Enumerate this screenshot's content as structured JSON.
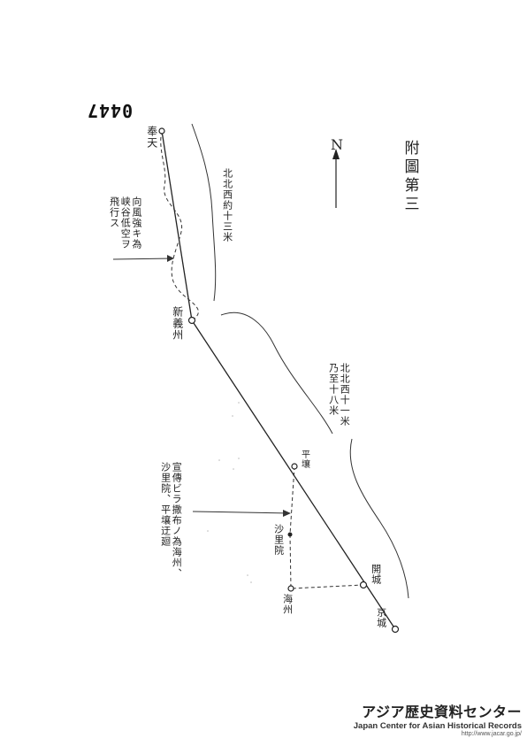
{
  "page_number": "0447",
  "figure_title": "附圖第三",
  "north_label": "N",
  "places": {
    "fengtian": "奉天",
    "xinyizhou": "新義州",
    "pyongyang": "平壤",
    "sariwon": "沙里院",
    "kaesong": "開城",
    "haeju": "海州",
    "keijo": "京城"
  },
  "annotations": {
    "wind_upper": "北北西約十三米",
    "wind_lower": "北北西十一米乃至十八米",
    "flight_note": "向風強キ為峡谷低空ヲ飛行ス",
    "leaflet_note": "宣傳ビラ撒布ノ為海州、沙里院、平壤迂廻"
  },
  "footer": {
    "org_jp": "アジア歴史資料センター",
    "org_en": "Japan Center for Asian Historical Records",
    "url": "http://www.jacar.go.jp/"
  }
}
